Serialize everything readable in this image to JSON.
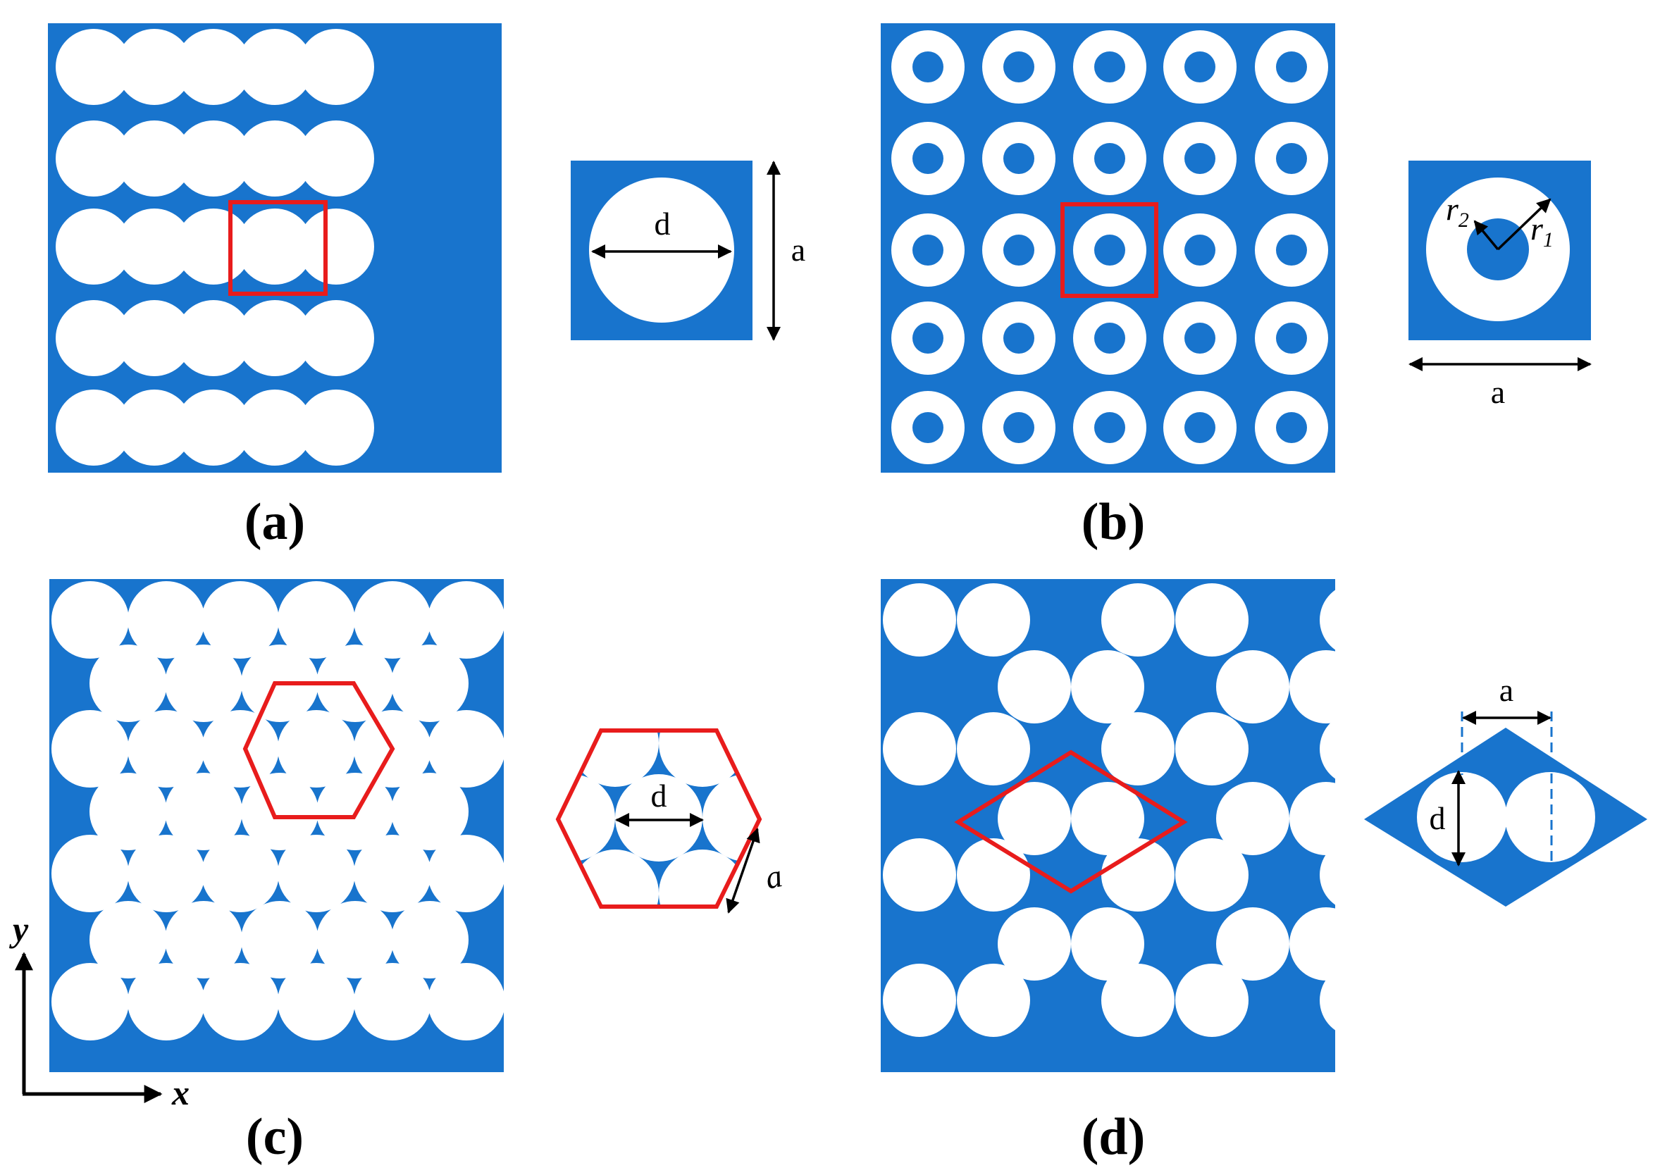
{
  "colors": {
    "substrate": "#1874CD",
    "hole": "#FFFFFF",
    "unit_cell_outline": "#E81C1C",
    "annotation": "#000000"
  },
  "panels": {
    "a": {
      "label": "(a)",
      "lattice": "square",
      "hole_shape": "circular",
      "unit_cell_labels": {
        "diameter": "d",
        "lattice_constant": "a"
      }
    },
    "b": {
      "label": "(b)",
      "lattice": "square",
      "hole_shape": "annular ring",
      "unit_cell_labels": {
        "inner_radius": "r",
        "inner_radius_sub": "2",
        "outer_radius": "r",
        "outer_radius_sub": "1",
        "lattice_constant": "a"
      }
    },
    "c": {
      "label": "(c)",
      "lattice": "triangular",
      "hole_shape": "circular",
      "unit_cell_labels": {
        "diameter": "d",
        "lattice_constant": "a"
      }
    },
    "d": {
      "label": "(d)",
      "lattice": "rhombic",
      "hole_shape": "circular",
      "unit_cell_labels": {
        "diameter": "d",
        "lattice_constant": "a"
      }
    }
  },
  "axes": {
    "y_label": "y",
    "x_label": "x"
  },
  "icons": [
    "double-arrow-icon",
    "axis-arrow-icon"
  ]
}
